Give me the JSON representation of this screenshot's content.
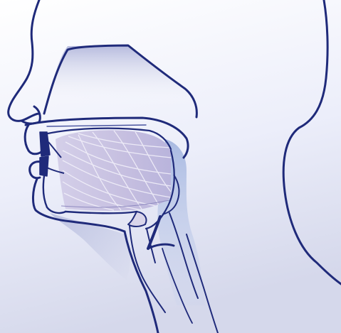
{
  "diagram": {
    "subject": "sagittal-section-head-neck",
    "structures": [
      "nasal-cavity",
      "hard-palate",
      "tongue",
      "lips",
      "teeth",
      "pharynx",
      "epiglottis",
      "larynx",
      "neck"
    ],
    "colors": {
      "background_light": "#ffffff",
      "background_dark": "#d7d9ec",
      "outline": "#1f2a7a",
      "tongue_fill": "#c9c3e2",
      "tongue_stripe": "#f2f0fa",
      "shading": "#9aa2cf",
      "pharynx_tint": "#9fb4dc"
    }
  }
}
